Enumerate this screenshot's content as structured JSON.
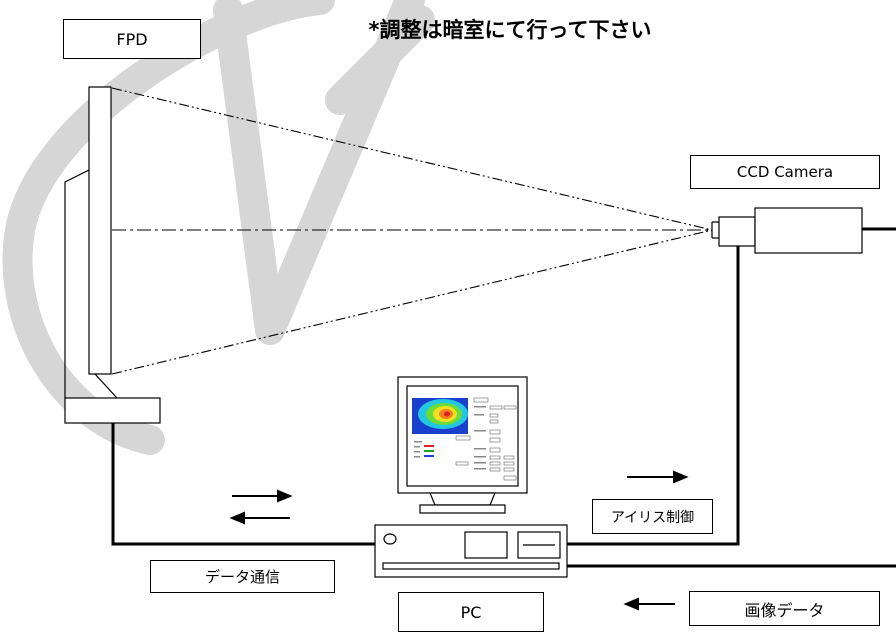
{
  "title": "*調整は暗室にて行って下さい",
  "labels": {
    "fpd": "FPD",
    "ccd_camera": "CCD Camera",
    "iris_control": "アイリス制御",
    "data_comm": "データ通信",
    "pc": "PC",
    "image_data": "画像データ"
  },
  "watermark": {
    "color": "#d3d3d3",
    "text": "CVI"
  }
}
